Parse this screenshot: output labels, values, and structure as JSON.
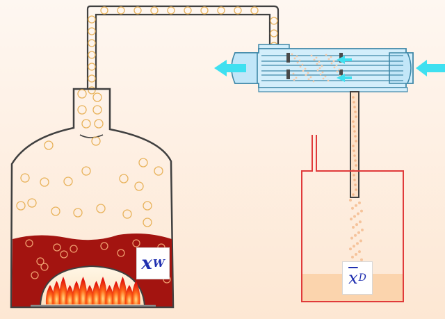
{
  "colors": {
    "liquid": "#a31410",
    "outline": "#404040",
    "bubble": "#e8b25a",
    "condenser_fill": "#d3eefb",
    "condenser_stroke": "#3f88a8",
    "coolant_arrow": "#3fe0f0",
    "receiver": "#e03a3a",
    "distillate": "#fbd4ad",
    "flame": "#ff2a16",
    "label_text": "#1f2fb0"
  },
  "icons": {
    "inlet_arrow": "arrow-left-icon",
    "outlet_arrow": "arrow-left-icon",
    "flame": "flame-icon"
  },
  "labels": {
    "xw": {
      "main": "x",
      "sub": "W"
    },
    "xd": {
      "main": "x",
      "sub": "D"
    }
  }
}
